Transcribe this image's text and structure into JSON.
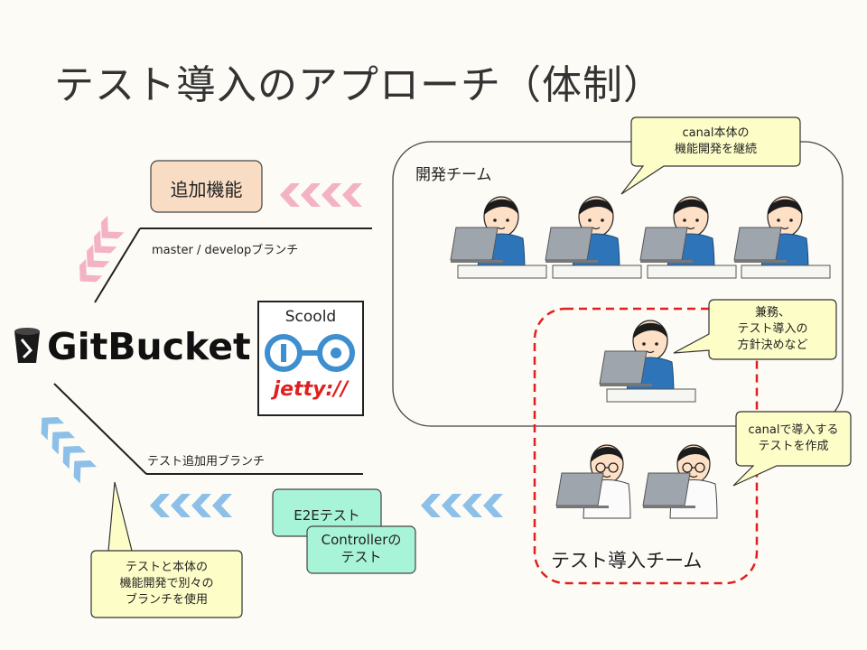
{
  "title": "テスト導入のアプローチ（体制）",
  "dev_team": {
    "label": "開発チーム",
    "callout": [
      "canal本体の",
      "機能開発を継続"
    ]
  },
  "lead": {
    "callout": [
      "兼務、",
      "テスト導入の",
      "方針決めなど"
    ]
  },
  "test_team": {
    "label": "テスト導入チーム",
    "callout": [
      "canalで導入する",
      "テストを作成"
    ]
  },
  "feature_box": "追加機能",
  "master_branch": "master / developブランチ",
  "test_branch": "テスト追加用ブランチ",
  "gitbucket_logo": "GitBucket",
  "scoold": {
    "label": "Scoold",
    "jetty": "jetty://"
  },
  "e2e_box": "E2Eテスト",
  "controller_box": [
    "Controllerの",
    "テスト"
  ],
  "branch_callout": [
    "テストと本体の",
    "機能開発で別々の",
    "ブランチを使用"
  ],
  "colors": {
    "feature_fill": "#f8dcc4",
    "test_fill": "#a8f4d8",
    "callout_fill": "#fdfdc8",
    "pink_chevron": "#f0a0b8",
    "blue_chevron": "#8cc0e8",
    "red_dash": "#e02020"
  }
}
